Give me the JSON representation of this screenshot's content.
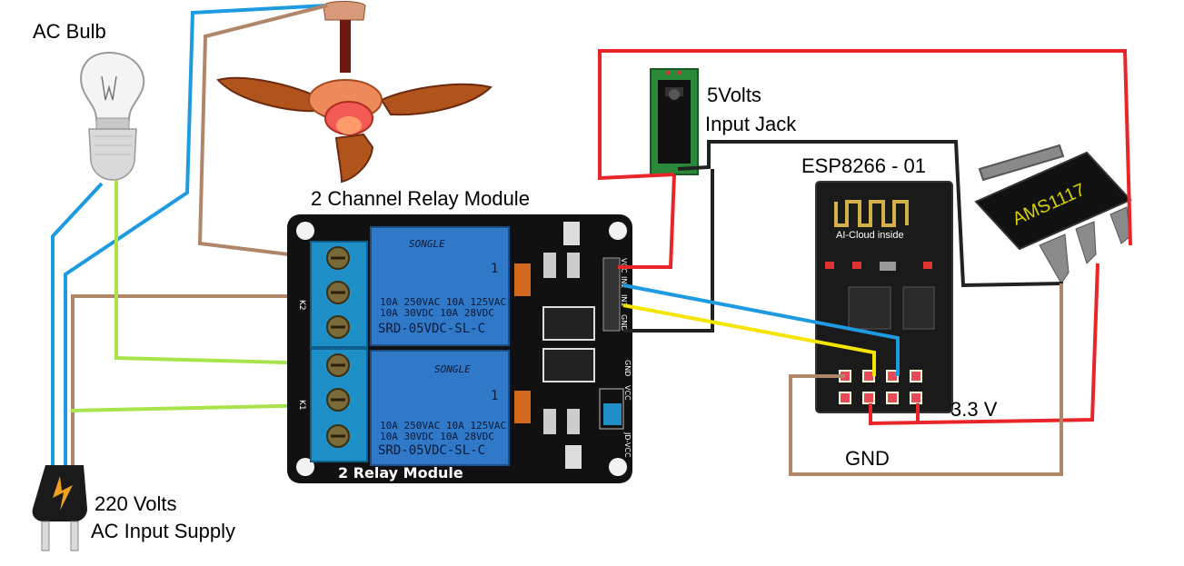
{
  "labels": {
    "ac_bulb": "AC Bulb",
    "relay_module_title": "2 Channel Relay Module",
    "input_jack_line1": "5Volts",
    "input_jack_line2": "Input Jack",
    "esp_title": "ESP8266 - 01",
    "ams": "AMS1117",
    "voltage_33": "3.3 V",
    "gnd": "GND",
    "supply_line1": "220 Volts",
    "supply_line2": "AC Input Supply"
  },
  "relay_module": {
    "board_label": "2 Relay Module",
    "relay_brand": "SONGLE",
    "relay_spec_1": "10A 250VAC  10A 125VAC",
    "relay_spec_2": "10A 30VDC  10A 28VDC",
    "relay_model": "SRD-05VDC-SL-C",
    "relay_num": "1",
    "header_pins": [
      "VCC",
      "IN2",
      "IN1",
      "GND"
    ],
    "jd_pins": [
      "GND",
      "VCC",
      "JD-VCC"
    ],
    "terminal_labels": [
      "K2",
      "K1"
    ]
  },
  "esp": {
    "brand": "AI-Cloud inside"
  },
  "colors": {
    "wire_blue": "#1e9be0",
    "wire_brown": "#b0866a",
    "wire_green": "#a9e34b",
    "wire_red": "#e8262a",
    "wire_black": "#222222",
    "wire_yellow": "#f5e400",
    "relay_blue": "#2f79c8",
    "terminal_blue": "#1f8fc8",
    "pcb_black": "#111111",
    "jack_green": "#2a8a3a",
    "fan_brown": "#a44e1a"
  },
  "icons": [
    "bulb-icon",
    "fan-icon",
    "plug-icon",
    "dc-jack-icon",
    "regulator-icon",
    "esp-module-icon",
    "relay-module-icon"
  ]
}
